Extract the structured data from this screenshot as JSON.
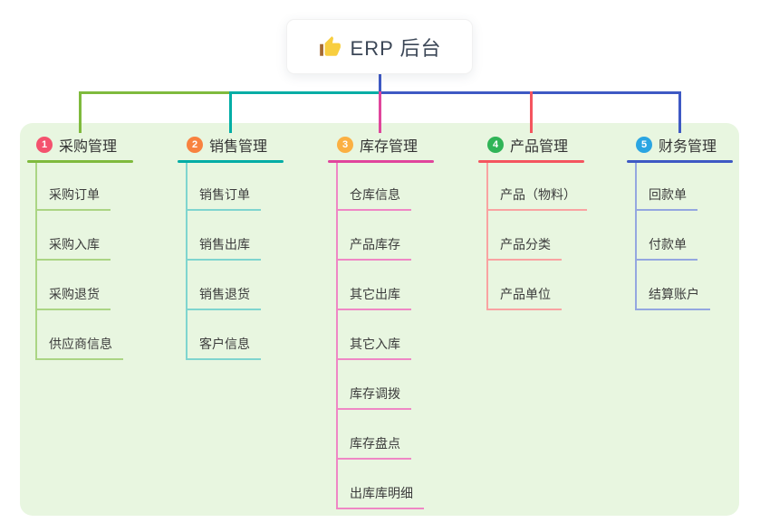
{
  "root": {
    "title": "ERP 后台",
    "icon": "thumbs-up-icon"
  },
  "colors": {
    "panel_background": "#e8f6e0",
    "card_background": "#ffffff",
    "connector": "#3e59c4",
    "text_primary": "#333333"
  },
  "branches": [
    {
      "badge": "1",
      "label": "采购管理",
      "colors": {
        "badge": "#f4526e",
        "line": "#7fba3d",
        "light": "#abd584"
      },
      "children": [
        "采购订单",
        "采购入库",
        "采购退货",
        "供应商信息"
      ]
    },
    {
      "badge": "2",
      "label": "销售管理",
      "colors": {
        "badge": "#f8823f",
        "line": "#00ada5",
        "light": "#7fd5cf"
      },
      "children": [
        "销售订单",
        "销售出库",
        "销售退货",
        "客户信息"
      ]
    },
    {
      "badge": "3",
      "label": "库存管理",
      "colors": {
        "badge": "#fbb042",
        "line": "#e0459c",
        "light": "#ef87c5"
      },
      "children": [
        "仓库信息",
        "产品库存",
        "其它出库",
        "其它入库",
        "库存调拨",
        "库存盘点",
        "出库库明细"
      ]
    },
    {
      "badge": "4",
      "label": "产品管理",
      "colors": {
        "badge": "#30b457",
        "line": "#f4555f",
        "light": "#f9a3a2"
      },
      "children": [
        "产品（物料）",
        "产品分类",
        "产品单位"
      ]
    },
    {
      "badge": "5",
      "label": "财务管理",
      "colors": {
        "badge": "#2aa5e2",
        "line": "#3e59c4",
        "light": "#94a7e0"
      },
      "children": [
        "回款单",
        "付款单",
        "结算账户"
      ]
    }
  ]
}
